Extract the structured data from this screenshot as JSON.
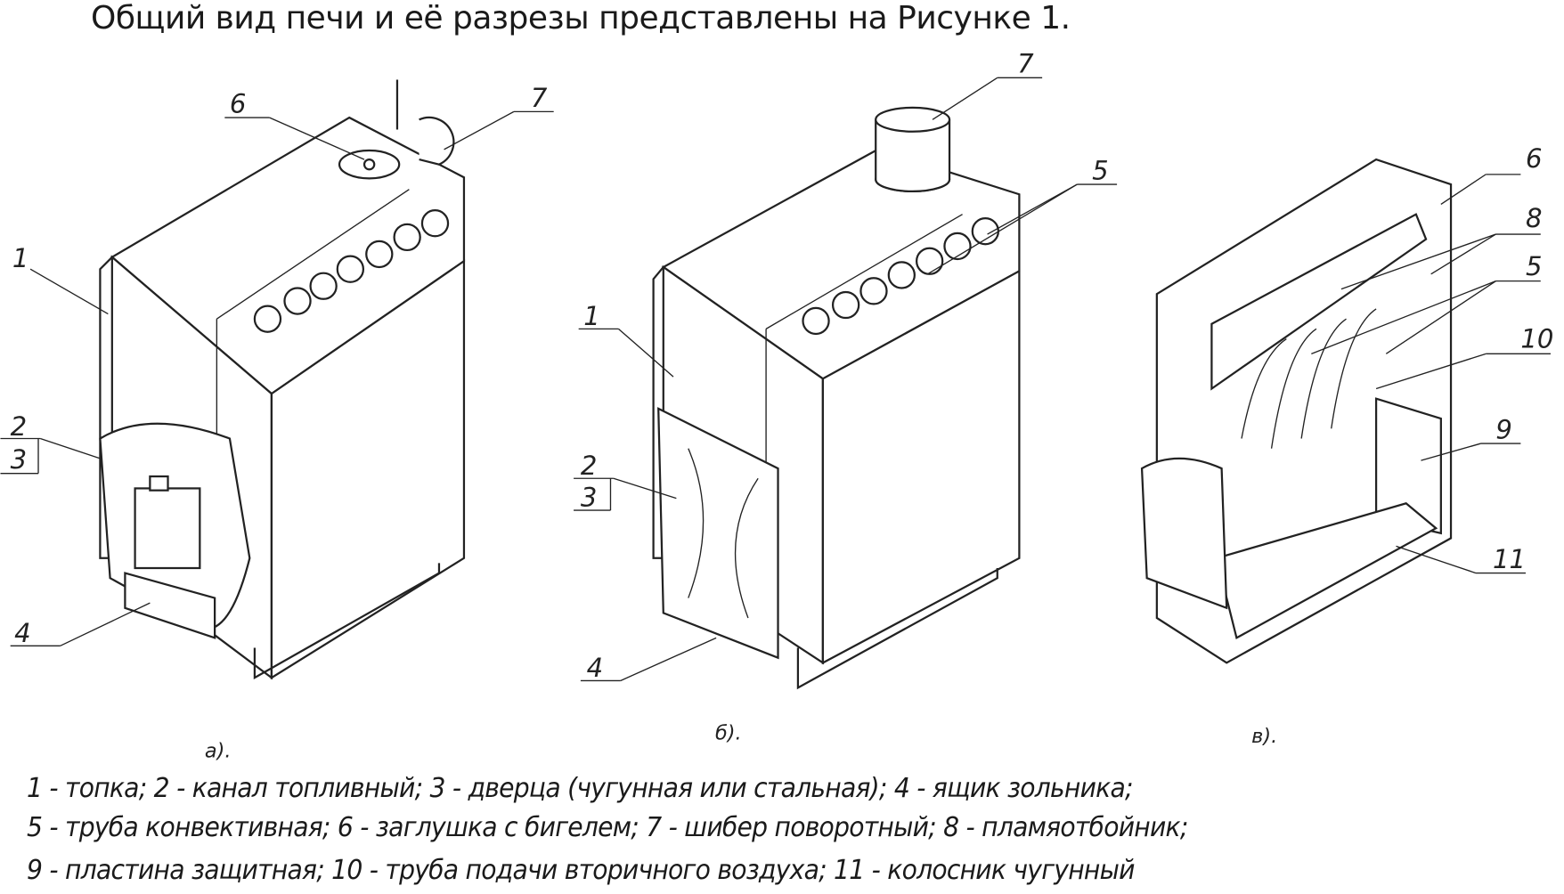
{
  "heading": "Общий вид печи и её разрезы представлены на Рисунке 1.",
  "figure": {
    "views": [
      {
        "caption": "а).",
        "callouts": [
          "1",
          "2",
          "3",
          "4",
          "6",
          "7"
        ]
      },
      {
        "caption": "б).",
        "callouts": [
          "1",
          "2",
          "3",
          "4",
          "5",
          "7"
        ]
      },
      {
        "caption": "в).",
        "callouts": [
          "5",
          "6",
          "8",
          "9",
          "10",
          "11"
        ]
      }
    ]
  },
  "legend": [
    "1 - топка; 2 - канал топливный; 3 - дверца (чугунная или стальная); 4 - ящик зольника;",
    "5 - труба конвективная; 6 - заглушка с бигелем; 7 - шибер поворотный; 8 - пламяотбойник;",
    "9 - пластина защитная; 10 - труба подачи вторичного воздуха; 11 - колосник чугунный"
  ]
}
